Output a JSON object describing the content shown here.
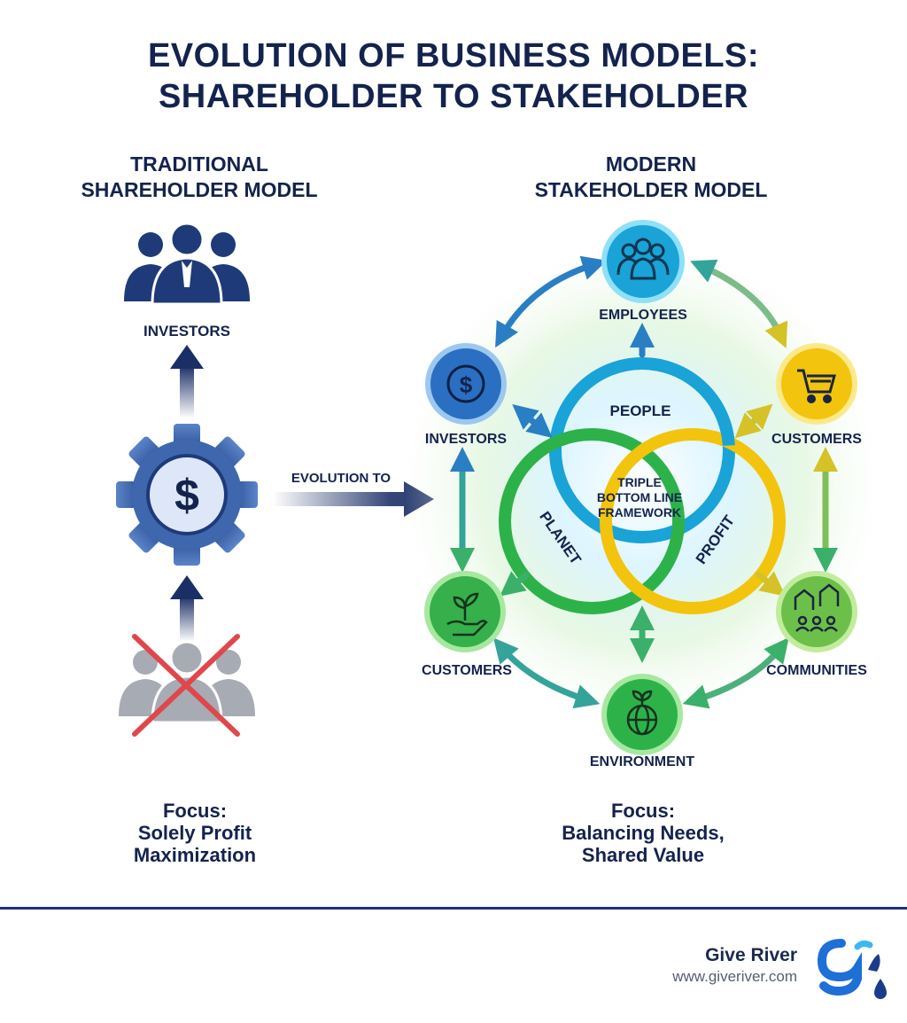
{
  "title": {
    "line1": "EVOLUTION OF BUSINESS MODELS:",
    "line2": "SHAREHOLDER TO STAKEHOLDER"
  },
  "traditional": {
    "heading_line1": "TRADITIONAL",
    "heading_line2": "SHAREHOLDER MODEL",
    "investors_label": "INVESTORS",
    "gear_symbol": "$",
    "icons": [
      "people-group-icon",
      "dollar-gear-icon",
      "crossed-out-stakeholders-icon"
    ],
    "focus_line1": "Focus:",
    "focus_line2": "Solely Profit",
    "focus_line3": "Maximization"
  },
  "transition": {
    "label": "EVOLUTION TO"
  },
  "modern": {
    "heading_line1": "MODERN",
    "heading_line2": "STAKEHOLDER MODEL",
    "nodes": [
      {
        "label": "EMPLOYEES",
        "icon": "employees-group-icon",
        "color": "#1aa3d6"
      },
      {
        "label": "CUSTOMERS",
        "icon": "shopping-cart-icon",
        "color": "#f2c40d"
      },
      {
        "label": "COMMUNITIES",
        "icon": "community-houses-icon",
        "color": "#6cc04a"
      },
      {
        "label": "ENVIRONMENT",
        "icon": "globe-plant-icon",
        "color": "#2db24a"
      },
      {
        "label": "CUSTOMERS",
        "icon": "hand-plant-icon",
        "color": "#35b04a"
      },
      {
        "label": "INVESTORS",
        "icon": "dollar-coin-icon",
        "color": "#2a6fc1"
      }
    ],
    "framework": {
      "people": "PEOPLE",
      "planet": "PLANET",
      "profit": "PROFIT",
      "center_line1": "TRIPLE",
      "center_line2": "BOTTOM LINE",
      "center_line3": "FRAMEWORK"
    },
    "dollar_symbol": "$",
    "focus_line1": "Focus:",
    "focus_line2": "Balancing Needs,",
    "focus_line3": "Shared Value"
  },
  "footer": {
    "brand": "Give River",
    "url": "www.giveriver.com",
    "logo_icon": "give-river-logo-icon"
  },
  "colors": {
    "navy": "#14234d",
    "blue": "#1aa3d6",
    "yellow": "#f2c40d",
    "green": "#2db24a",
    "red_cross": "#e0474c"
  }
}
